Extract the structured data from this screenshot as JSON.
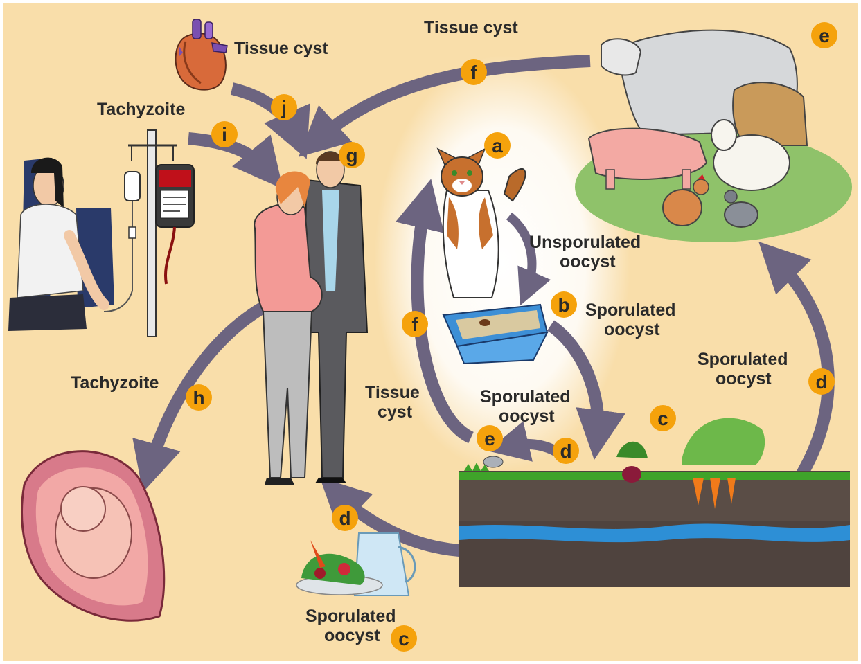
{
  "colors": {
    "background": "#f9deaa",
    "arrow": "#6c6480",
    "badge": "#f5a20c",
    "soil": "#4f433e",
    "grass": "#3fa32a",
    "water": "#2d8fd6"
  },
  "labels": {
    "tissue_cyst_heart": "Tissue cyst",
    "tissue_cyst_top": "Tissue cyst",
    "tachyzoite_transfusion": "Tachyzoite",
    "tachyzoite_fetus": "Tachyzoite",
    "unsporulated_l1": "Unsporulated",
    "unsporulated_l2": "oocyst",
    "sporulated_b_l1": "Sporulated",
    "sporulated_b_l2": "oocyst",
    "sporulated_mid_l1": "Sporulated",
    "sporulated_mid_l2": "oocyst",
    "sporulated_right_l1": "Sporulated",
    "sporulated_right_l2": "oocyst",
    "sporulated_bottom_l1": "Sporulated",
    "sporulated_bottom_l2": "oocyst",
    "tissue_cyst_left_l1": "Tissue",
    "tissue_cyst_left_l2": "cyst"
  },
  "badges": {
    "a": "a",
    "b": "b",
    "c_soil": "c",
    "c_food": "c",
    "d_small": "d",
    "d_right": "d",
    "d_food": "d",
    "e_livestock": "e",
    "e_rodent": "e",
    "f_top": "f",
    "f_left": "f",
    "g": "g",
    "h": "h",
    "i": "i",
    "j": "j"
  }
}
